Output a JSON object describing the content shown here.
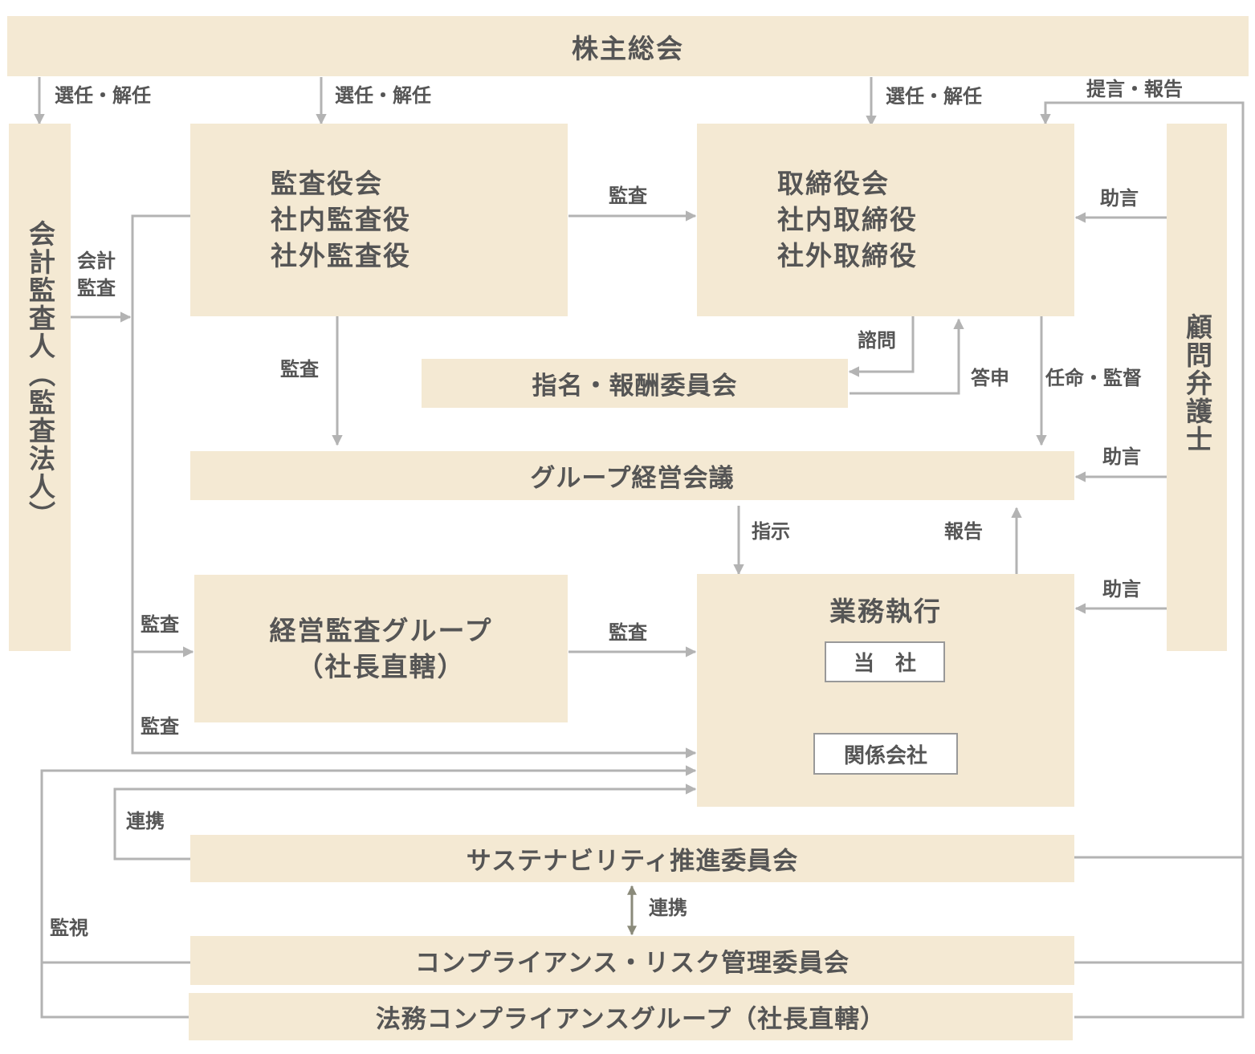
{
  "boxes": {
    "shareholders": "株主総会",
    "accounting_auditor": "会計監査人（監査法人）",
    "board_of_auditors": [
      "監査役会",
      "社内監査役",
      "社外監査役"
    ],
    "board_of_directors": [
      "取締役会",
      "社内取締役",
      "社外取締役"
    ],
    "legal_advisor": "顧問弁護士",
    "nomination_committee": "指名・報酬委員会",
    "group_management_meeting": "グループ経営会議",
    "management_audit_group": [
      "経営監査グループ",
      "（社長直轄）"
    ],
    "business_execution": "業務執行",
    "our_company": "当　社",
    "affiliates": "関係会社",
    "sustainability_committee": "サステナビリティ推進委員会",
    "compliance_risk_committee": "コンプライアンス・リスク管理委員会",
    "legal_compliance_group": "法務コンプライアンスグループ（社長直轄）"
  },
  "labels": {
    "elect_1": "選任・解任",
    "elect_2": "選任・解任",
    "elect_3": "選任・解任",
    "proposal_report": "提言・報告",
    "accounting_audit": [
      "会計",
      "監査"
    ],
    "audit_to_board": "監査",
    "audit_down": "監査",
    "consult": "諮問",
    "report_answer": "答申",
    "appoint_supervise": "任命・監督",
    "advice_1": "助言",
    "advice_2": "助言",
    "advice_3": "助言",
    "instruction": "指示",
    "report": "報告",
    "audit_to_group": "監査",
    "audit_to_exec": "監査",
    "audit_bottom": "監査",
    "cooperation_1": "連携",
    "cooperation_2": "連携",
    "monitoring": "監視"
  },
  "colors": {
    "box_fill": "#f4e9d3",
    "line": "#b3b3b3",
    "arrow_dark": "#8a8a7a",
    "text": "#555555"
  }
}
